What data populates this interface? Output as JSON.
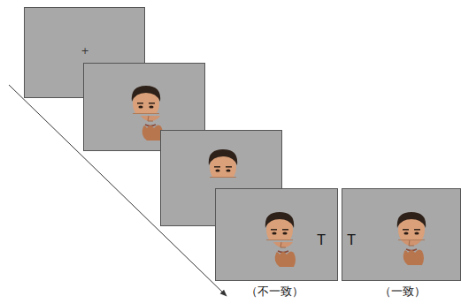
{
  "diagram": {
    "nodes": [
      {
        "text": [
          "+"
        ]
      },
      {
        "text": [
          "T",
          "（不一致）"
        ]
      },
      {
        "text": [
          "T",
          "（一致）"
        ]
      }
    ]
  }
}
